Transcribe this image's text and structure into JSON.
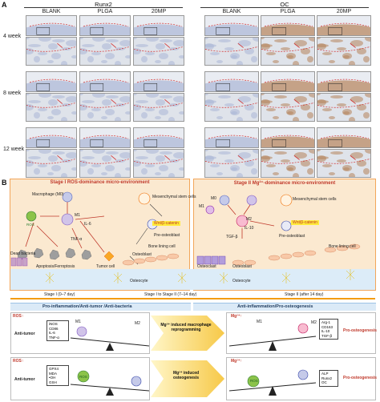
{
  "panel_a": {
    "label": "A",
    "marker_left": "Runx2",
    "marker_right": "OC",
    "columns": [
      "BLANK",
      "PLGA",
      "20MP"
    ],
    "rows": [
      "4 week",
      "8 week",
      "12 week"
    ]
  },
  "panel_b": {
    "label": "B",
    "stage1_title": "Stage I ROS-dominance micro-environment",
    "stage2_title": "Stage II Mg²⁺-dominance micro-environment",
    "stage1": {
      "macrophage_m0": "Macrophage (M0)",
      "ros": "ROS",
      "m1": "M1",
      "il6": "IL-6",
      "tnfa": "TNF-α",
      "dead_bacteria": "Dead bacteria",
      "apoptosis": "Apoptosis/Ferroptosis",
      "tumor_cell": "Tumor cell",
      "msc": "Mesenchymal stem cells",
      "wnt": "Wnt/β-catenin",
      "pre_osteoblast": "Pre-osteoblast",
      "osteoblast": "Osteoblast",
      "bone_lining": "Bone lining cell",
      "osteocyte": "Osteocyte"
    },
    "stage2": {
      "m0": "M0",
      "m1": "M1",
      "m2": "M2",
      "il10": "IL-10",
      "tgfb": "TGF-β",
      "msc": "Mesenchymal stem cells",
      "wnt": "Wnt/β-catenin",
      "pre_osteoblast": "Pre-osteoblast",
      "osteoclast": "Osteoclast",
      "osteoblast": "Osteoblast",
      "bone_lining": "Bone lining cell",
      "osteocyte": "Osteocyte"
    },
    "timeline": [
      "Stage I (0–7 day)",
      "Stage I to Stage II (7–14 day)",
      "Stage II (after 14 day)"
    ],
    "band_left": "Pro-inflammation/Anti-tumor /Anti-bacteria",
    "band_right": "Anti-inflammation/Pro-osteogenesis",
    "row1": {
      "ros": "ROS↑",
      "anti_tumor": "Anti-tumor",
      "list_left": [
        "iNOS",
        "CD86",
        "IL-6",
        "TNF-α"
      ],
      "m1": "M1",
      "m2": "M2",
      "arrow_label": "Mg²⁺ induced macrophage reprogramming",
      "mg": "Mg²⁺↑",
      "list_right": [
        "Arg-1",
        "CD163",
        "IL-10",
        "TGF-β"
      ],
      "pro_osteo": "Pro-osteogenesis"
    },
    "row2": {
      "ros": "ROS↑",
      "anti_tumor": "Anti-tumor",
      "list_left": [
        "GPX4",
        "MDA",
        "•OH",
        "GSH"
      ],
      "ros_node": "ROS",
      "arrow_label": "Mg²⁺ induced osteogenesis",
      "mg": "Mg²⁺↑",
      "list_right": [
        "ALP",
        "Runx2",
        "OC"
      ],
      "pro_osteo": "Pro-osteogenesis"
    }
  }
}
